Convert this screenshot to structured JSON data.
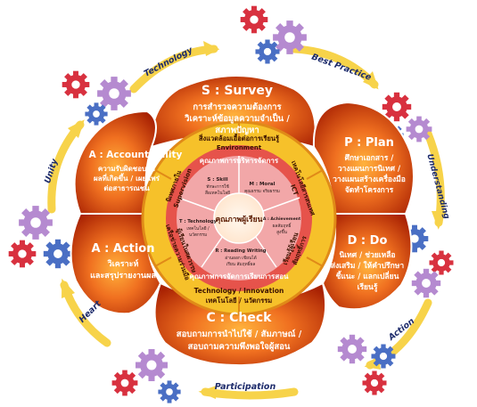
{
  "colors": {
    "petal_dark": "#b82a04",
    "petal_mid": "#e8561a",
    "petal_light": "#ff9a2e",
    "ring_yellow": "#f6c12a",
    "ring_orange": "#e9891c",
    "inner_pink": "#f2a7a8",
    "core_cream": "#fff3e6",
    "arrow_yellow": "#f7d34a",
    "gear_red": "#d8313f",
    "gear_purple": "#b58ad0",
    "gear_blue": "#4a6fc4"
  },
  "petals": {
    "survey": {
      "title": "S : Survey",
      "lines": [
        "การสำรวจความต้องการ",
        "วิเคราะห์ข้อมูลความจำเป็น /",
        "สภาพปัญหา"
      ]
    },
    "plan": {
      "title": "P : Plan",
      "lines": [
        "ศึกษาเอกสาร /",
        "วางแผนการนิเทศ /",
        "วางแผนสร้างเครื่องมือ",
        "จัดทำโครงการ"
      ]
    },
    "do": {
      "title": "D : Do",
      "lines": [
        "นิเทศ / ช่วยเหลือ",
        "ส่งเสริม / ให้คำปรึกษา",
        "ชี้แนะ / แลกเปลี่ยน",
        "เรียนรู้"
      ]
    },
    "check": {
      "title": "C : Check",
      "lines": [
        "สอบถามการนำไปใช้ / สัมภาษณ์ /",
        "สอบถามความพึงพอใจผู้สอน"
      ]
    },
    "action": {
      "title": "A : Action",
      "lines": [
        "วิเคราะห์",
        "และสรุปรายงานผล"
      ]
    },
    "accountability": {
      "title": "A : Accountability",
      "lines": [
        "ความรับผิดชอบต่อ",
        "ผลที่เกิดขึ้น / เผยแพร่",
        "ต่อสาธารณชน"
      ]
    }
  },
  "ring": {
    "top": [
      "สิ่งแวดล้อมเอื้อต่อการเรียนรู้",
      "Environment"
    ],
    "right_top": [
      "เทคโนโลยีสารสนเทศ",
      "ICT"
    ],
    "right_bottom": [
      "สัมฤทธิ์การ",
      "เรียนรู้ผู้เรียน"
    ],
    "bottom": [
      "Technology / Innovation",
      "เทคโนโลยี / นวัตกรรม"
    ],
    "left_bottom": [
      "เครือข่ายความร่วมมือ",
      "ผู้เรียนในศตวรรษ"
    ],
    "left_top": [
      "นิเทศภายใน",
      "Supervision"
    ]
  },
  "inner_ring": {
    "top": "คุณภาพการบริหารจัดการ",
    "bottom": "คุณภาพการจัดการเรียนการสอน"
  },
  "inner_cells": {
    "skill": [
      "S : Skill",
      "ทักษะการใช้",
      "สื่อเทคโนโลยี"
    ],
    "moral": [
      "M : Moral",
      "คุณธรรม จริยธรรม"
    ],
    "achievement": [
      "A : Achievement",
      "ผลสัมฤทธิ์",
      "สูงขึ้น"
    ],
    "reading": [
      "R : Reading Writing",
      "อ่านออก เขียนได้",
      "เรียน สัมฤทธิ์ผล"
    ],
    "technology": [
      "T : Technology",
      "เทคโนโลยี /",
      "นวัตกรรม"
    ]
  },
  "core": "คุณภาพผู้เรียน",
  "flow": {
    "technology": "Technology",
    "best_practice": "Best Practice",
    "understanding": "Understanding",
    "action": "Action",
    "participation": "Participation",
    "heart": "Heart",
    "unity": "Unity"
  }
}
